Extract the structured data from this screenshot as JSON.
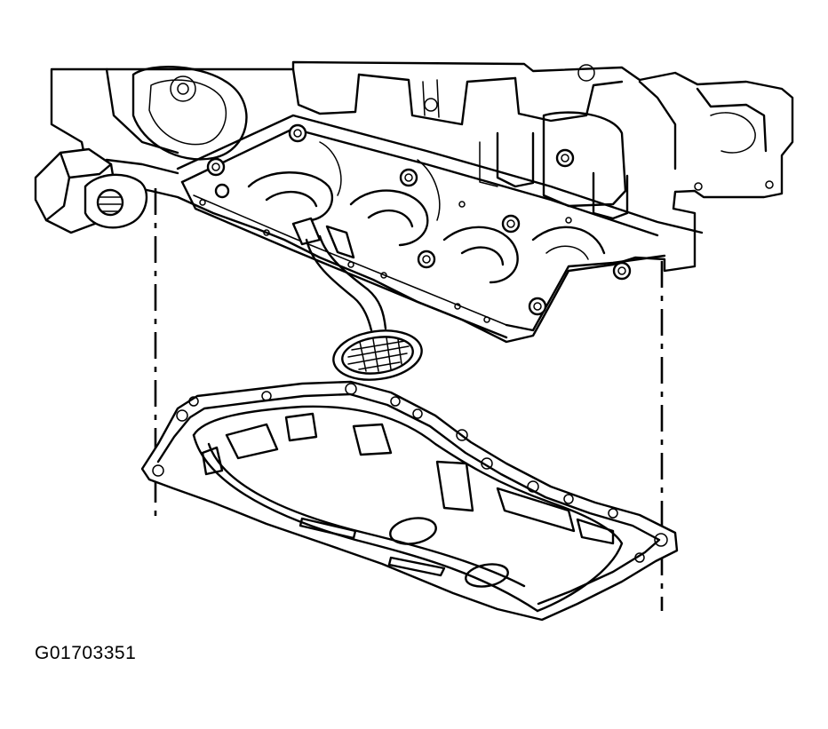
{
  "figure_id": "G01703351",
  "components": [
    {
      "name": "engine-block-lower",
      "icon": "engine-block-icon"
    },
    {
      "name": "oil-pump-pickup-tube-screen",
      "icon": "pickup-screen-icon"
    },
    {
      "name": "oil-pan",
      "icon": "oil-pan-icon"
    },
    {
      "name": "oil-filter-adapter",
      "icon": "oil-filter-adapter-icon"
    },
    {
      "name": "alignment-guide-lines",
      "count": 2
    }
  ],
  "colors": {
    "line": "#000000",
    "background": "#ffffff"
  }
}
